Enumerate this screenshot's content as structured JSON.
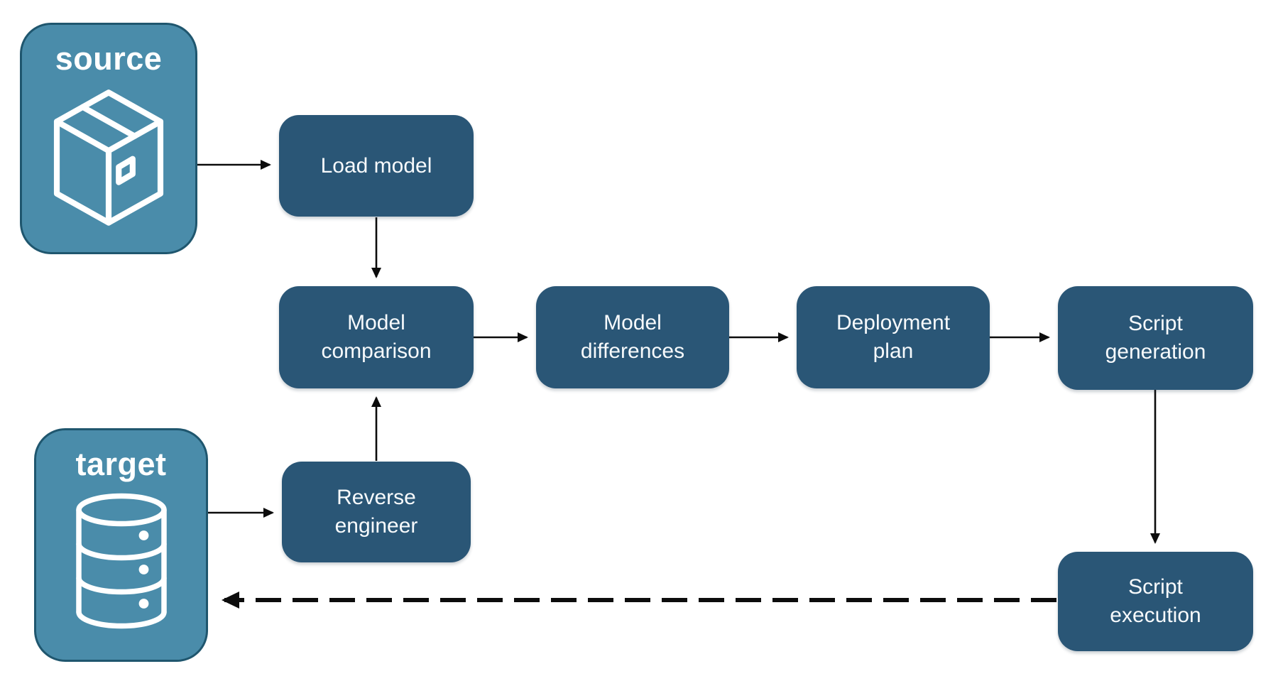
{
  "diagram": {
    "type": "flowchart",
    "background": "#ffffff",
    "colors": {
      "process_node_fill": "#2a5676",
      "process_node_text": "#f7fafc",
      "endpoint_fill": "#4a8caa",
      "endpoint_border": "#1f566e",
      "endpoint_text": "#ffffff",
      "arrow": "#0c0c0c"
    },
    "nodes": {
      "source": {
        "label": "source",
        "icon": "package-icon"
      },
      "target": {
        "label": "target",
        "icon": "database-icon"
      },
      "load_model": {
        "label": "Load model"
      },
      "model_comparison": {
        "label": "Model\ncomparison"
      },
      "model_differences": {
        "label": "Model\ndifferences"
      },
      "deployment_plan": {
        "label": "Deployment\nplan"
      },
      "script_generation": {
        "label": "Script\ngeneration"
      },
      "reverse_engineer": {
        "label": "Reverse\nengineer"
      },
      "script_execution": {
        "label": "Script\nexecution"
      }
    },
    "edges": [
      {
        "from": "source",
        "to": "load_model",
        "style": "solid"
      },
      {
        "from": "load_model",
        "to": "model_comparison",
        "style": "solid"
      },
      {
        "from": "model_comparison",
        "to": "model_differences",
        "style": "solid"
      },
      {
        "from": "model_differences",
        "to": "deployment_plan",
        "style": "solid"
      },
      {
        "from": "deployment_plan",
        "to": "script_generation",
        "style": "solid"
      },
      {
        "from": "script_generation",
        "to": "script_execution",
        "style": "solid"
      },
      {
        "from": "target",
        "to": "reverse_engineer",
        "style": "solid"
      },
      {
        "from": "reverse_engineer",
        "to": "model_comparison",
        "style": "solid"
      },
      {
        "from": "script_execution",
        "to": "target",
        "style": "dashed"
      }
    ]
  }
}
